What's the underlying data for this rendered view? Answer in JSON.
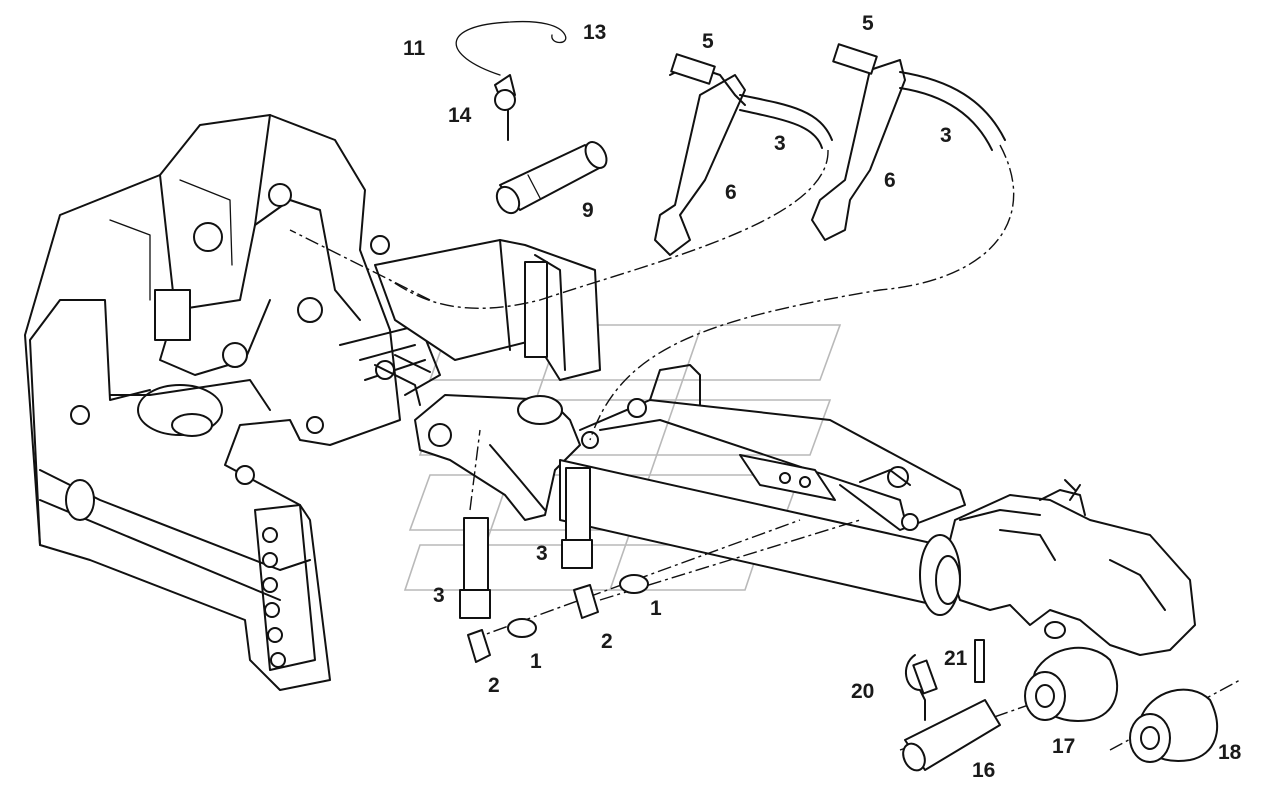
{
  "callouts": {
    "c1a": "1",
    "c1b": "1",
    "c2a": "2",
    "c2b": "2",
    "c3a": "3",
    "c3b": "3",
    "c3c": "3",
    "c3d": "3",
    "c5a": "5",
    "c5b": "5",
    "c6a": "6",
    "c6b": "6",
    "c9": "9",
    "c11": "11",
    "c13": "13",
    "c14": "14",
    "c16": "16",
    "c17": "17",
    "c18": "18",
    "c20": "20",
    "c21": "21"
  },
  "colors": {
    "line": "#111111",
    "watermark": "#b9b9b9",
    "background": "#ffffff"
  }
}
